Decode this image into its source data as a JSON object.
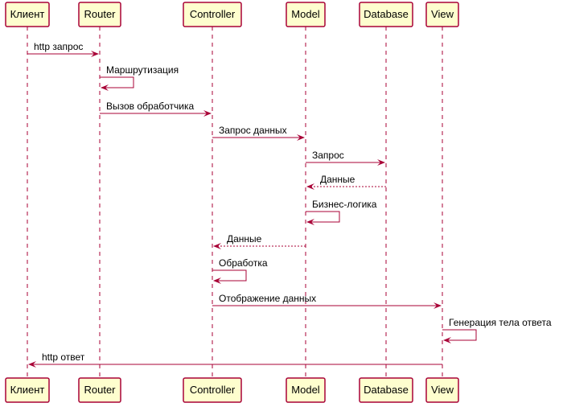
{
  "participants": [
    {
      "id": "client",
      "label": "Клиент"
    },
    {
      "id": "router",
      "label": "Router"
    },
    {
      "id": "controller",
      "label": "Controller"
    },
    {
      "id": "model",
      "label": "Model"
    },
    {
      "id": "database",
      "label": "Database"
    },
    {
      "id": "view",
      "label": "View"
    }
  ],
  "messages": [
    {
      "from": "client",
      "to": "router",
      "label": "http запрос",
      "style": "solid"
    },
    {
      "from": "router",
      "to": "router",
      "label": "Маршрутизация",
      "style": "solid"
    },
    {
      "from": "router",
      "to": "controller",
      "label": "Вызов обработчика",
      "style": "solid"
    },
    {
      "from": "controller",
      "to": "model",
      "label": "Запрос данных",
      "style": "solid"
    },
    {
      "from": "model",
      "to": "database",
      "label": "Запрос",
      "style": "solid"
    },
    {
      "from": "database",
      "to": "model",
      "label": "Данные",
      "style": "dashed"
    },
    {
      "from": "model",
      "to": "model",
      "label": "Бизнес-логика",
      "style": "solid"
    },
    {
      "from": "model",
      "to": "controller",
      "label": "Данные",
      "style": "dashed"
    },
    {
      "from": "controller",
      "to": "controller",
      "label": "Обработка",
      "style": "solid"
    },
    {
      "from": "controller",
      "to": "view",
      "label": "Отображение данных",
      "style": "solid"
    },
    {
      "from": "view",
      "to": "view",
      "label": "Генерация тела ответа",
      "style": "solid"
    },
    {
      "from": "view",
      "to": "client",
      "label": "http ответ",
      "style": "solid"
    }
  ],
  "colors": {
    "participant_fill": "#FEFECE",
    "line": "#A80036",
    "text": "#000000"
  }
}
